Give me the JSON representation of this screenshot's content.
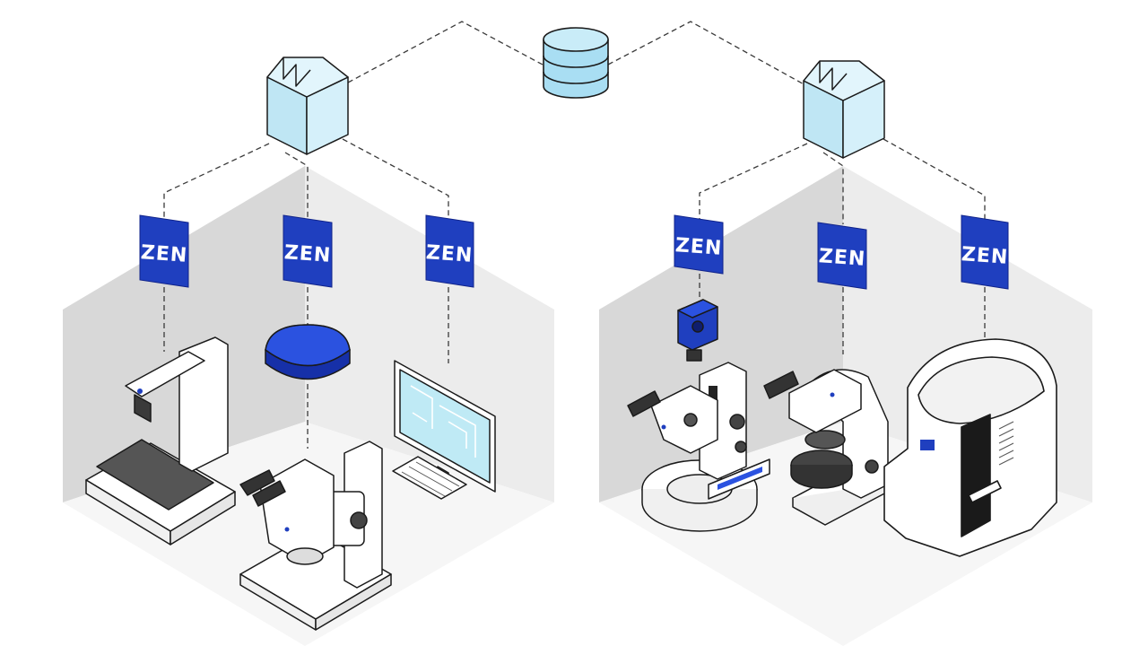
{
  "colors": {
    "zen_blue": "#1f3fbf",
    "zen_text": "#ffffff",
    "server_fill": "#c7ebf7",
    "database_fill": "#a9def3",
    "outline": "#1a1a1a",
    "wall_dark": "#d6d6d6",
    "wall_light": "#ececec",
    "floor": "#f7f7f7",
    "screen_cyan": "#bfeaf5",
    "device_fill": "#ffffff"
  },
  "icons": {
    "database": "database-icon",
    "server": "server-box-icon",
    "software": "zen-software-icon"
  },
  "labs": [
    {
      "zen_badges": [
        {
          "label": "ZEN"
        },
        {
          "label": "ZEN"
        },
        {
          "label": "ZEN"
        }
      ],
      "devices": [
        "digital-microscope-icon",
        "microscope-camera-icon",
        "stereo-microscope-icon",
        "workstation-computer-icon"
      ]
    },
    {
      "zen_badges": [
        {
          "label": "ZEN"
        },
        {
          "label": "ZEN"
        },
        {
          "label": "ZEN"
        }
      ],
      "devices": [
        "camera-module-icon",
        "stereo-zoom-microscope-icon",
        "upright-light-microscope-icon",
        "x-ray-microscope-icon"
      ]
    }
  ]
}
